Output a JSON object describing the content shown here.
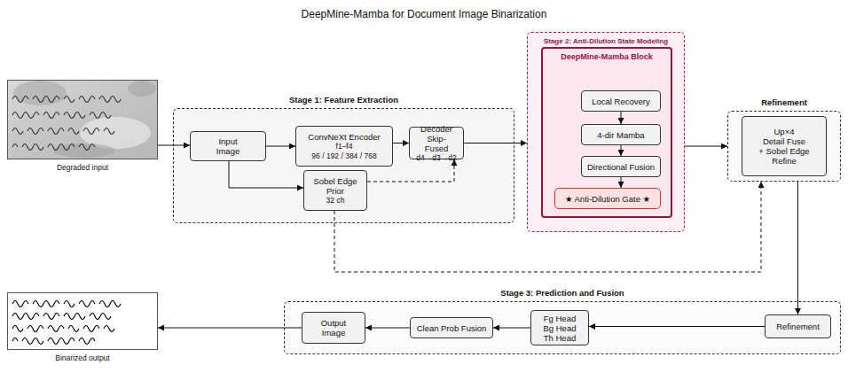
{
  "diagram": {
    "title": "DeepMine-Mamba for Document Image Binarization",
    "nodes": [
      {
        "text": [
          "Degraded input"
        ]
      },
      {
        "text": [
          "Stage 1: Feature Extraction"
        ]
      },
      {
        "text": [
          "Input Image"
        ],
        "in": 1
      },
      {
        "text": [
          "ConvNeXt Encoder",
          "f1–f4",
          "96 / 192 / 384 / 768"
        ],
        "in": 1
      },
      {
        "text": [
          "Decoder Skip-Fused",
          "d4→d3→d2"
        ],
        "in": 1
      },
      {
        "text": [
          "Sobel Edge Prior",
          "32 ch"
        ],
        "in": 1
      },
      {
        "text": [
          "Stage 2: Anti-Dilution State Modeling"
        ]
      },
      {
        "text": [
          "DeepMine-Mamba Block"
        ],
        "in": 6
      },
      {
        "text": [
          "Local Recovery"
        ],
        "in": 7
      },
      {
        "text": [
          "4-dir Mamba"
        ],
        "in": 7
      },
      {
        "text": [
          "Directional Fusion"
        ],
        "in": 7
      },
      {
        "text": [
          "★ Anti-Dilution Gate ★"
        ],
        "in": 7
      },
      {
        "text": [
          "Refinement"
        ]
      },
      {
        "text": [
          "Up×4",
          "Detail Fuse",
          "+ Sobel Edge",
          "Refine"
        ],
        "in": 12
      },
      {
        "text": [
          "Stage 3: Prediction and Fusion"
        ]
      },
      {
        "text": [
          "Output Image"
        ],
        "in": 14
      },
      {
        "text": [
          "Clean Prob Fusion"
        ],
        "in": 14
      },
      {
        "text": [
          "Fg Head",
          "Bg Head",
          "Th Head"
        ],
        "in": 14
      },
      {
        "text": [
          "Refinement"
        ],
        "in": 14
      },
      {
        "text": [
          "Binarized output"
        ]
      }
    ],
    "edges": [
      {
        "from": 0,
        "to": 2,
        "arrow": "to"
      },
      {
        "from": 2,
        "to": 3,
        "arrow": "to"
      },
      {
        "from": 2,
        "to": 5,
        "arrow": "to"
      },
      {
        "from": 3,
        "to": 4,
        "arrow": "to"
      },
      {
        "from": 5,
        "to": 4,
        "arrow": "to"
      },
      {
        "from": 4,
        "to": 6,
        "arrow": "to"
      },
      {
        "from": 8,
        "to": 9,
        "arrow": "to"
      },
      {
        "from": 9,
        "to": 10,
        "arrow": "to"
      },
      {
        "from": 10,
        "to": 11,
        "arrow": "to"
      },
      {
        "from": 6,
        "to": 12,
        "arrow": "to"
      },
      {
        "from": 5,
        "to": 12,
        "arrow": "to"
      },
      {
        "from": 12,
        "to": 18,
        "arrow": "to"
      },
      {
        "from": 18,
        "to": 17,
        "arrow": "to"
      },
      {
        "from": 17,
        "to": 16,
        "arrow": "to"
      },
      {
        "from": 16,
        "to": 15,
        "arrow": "to"
      },
      {
        "from": 15,
        "to": 19,
        "arrow": "to"
      }
    ]
  }
}
